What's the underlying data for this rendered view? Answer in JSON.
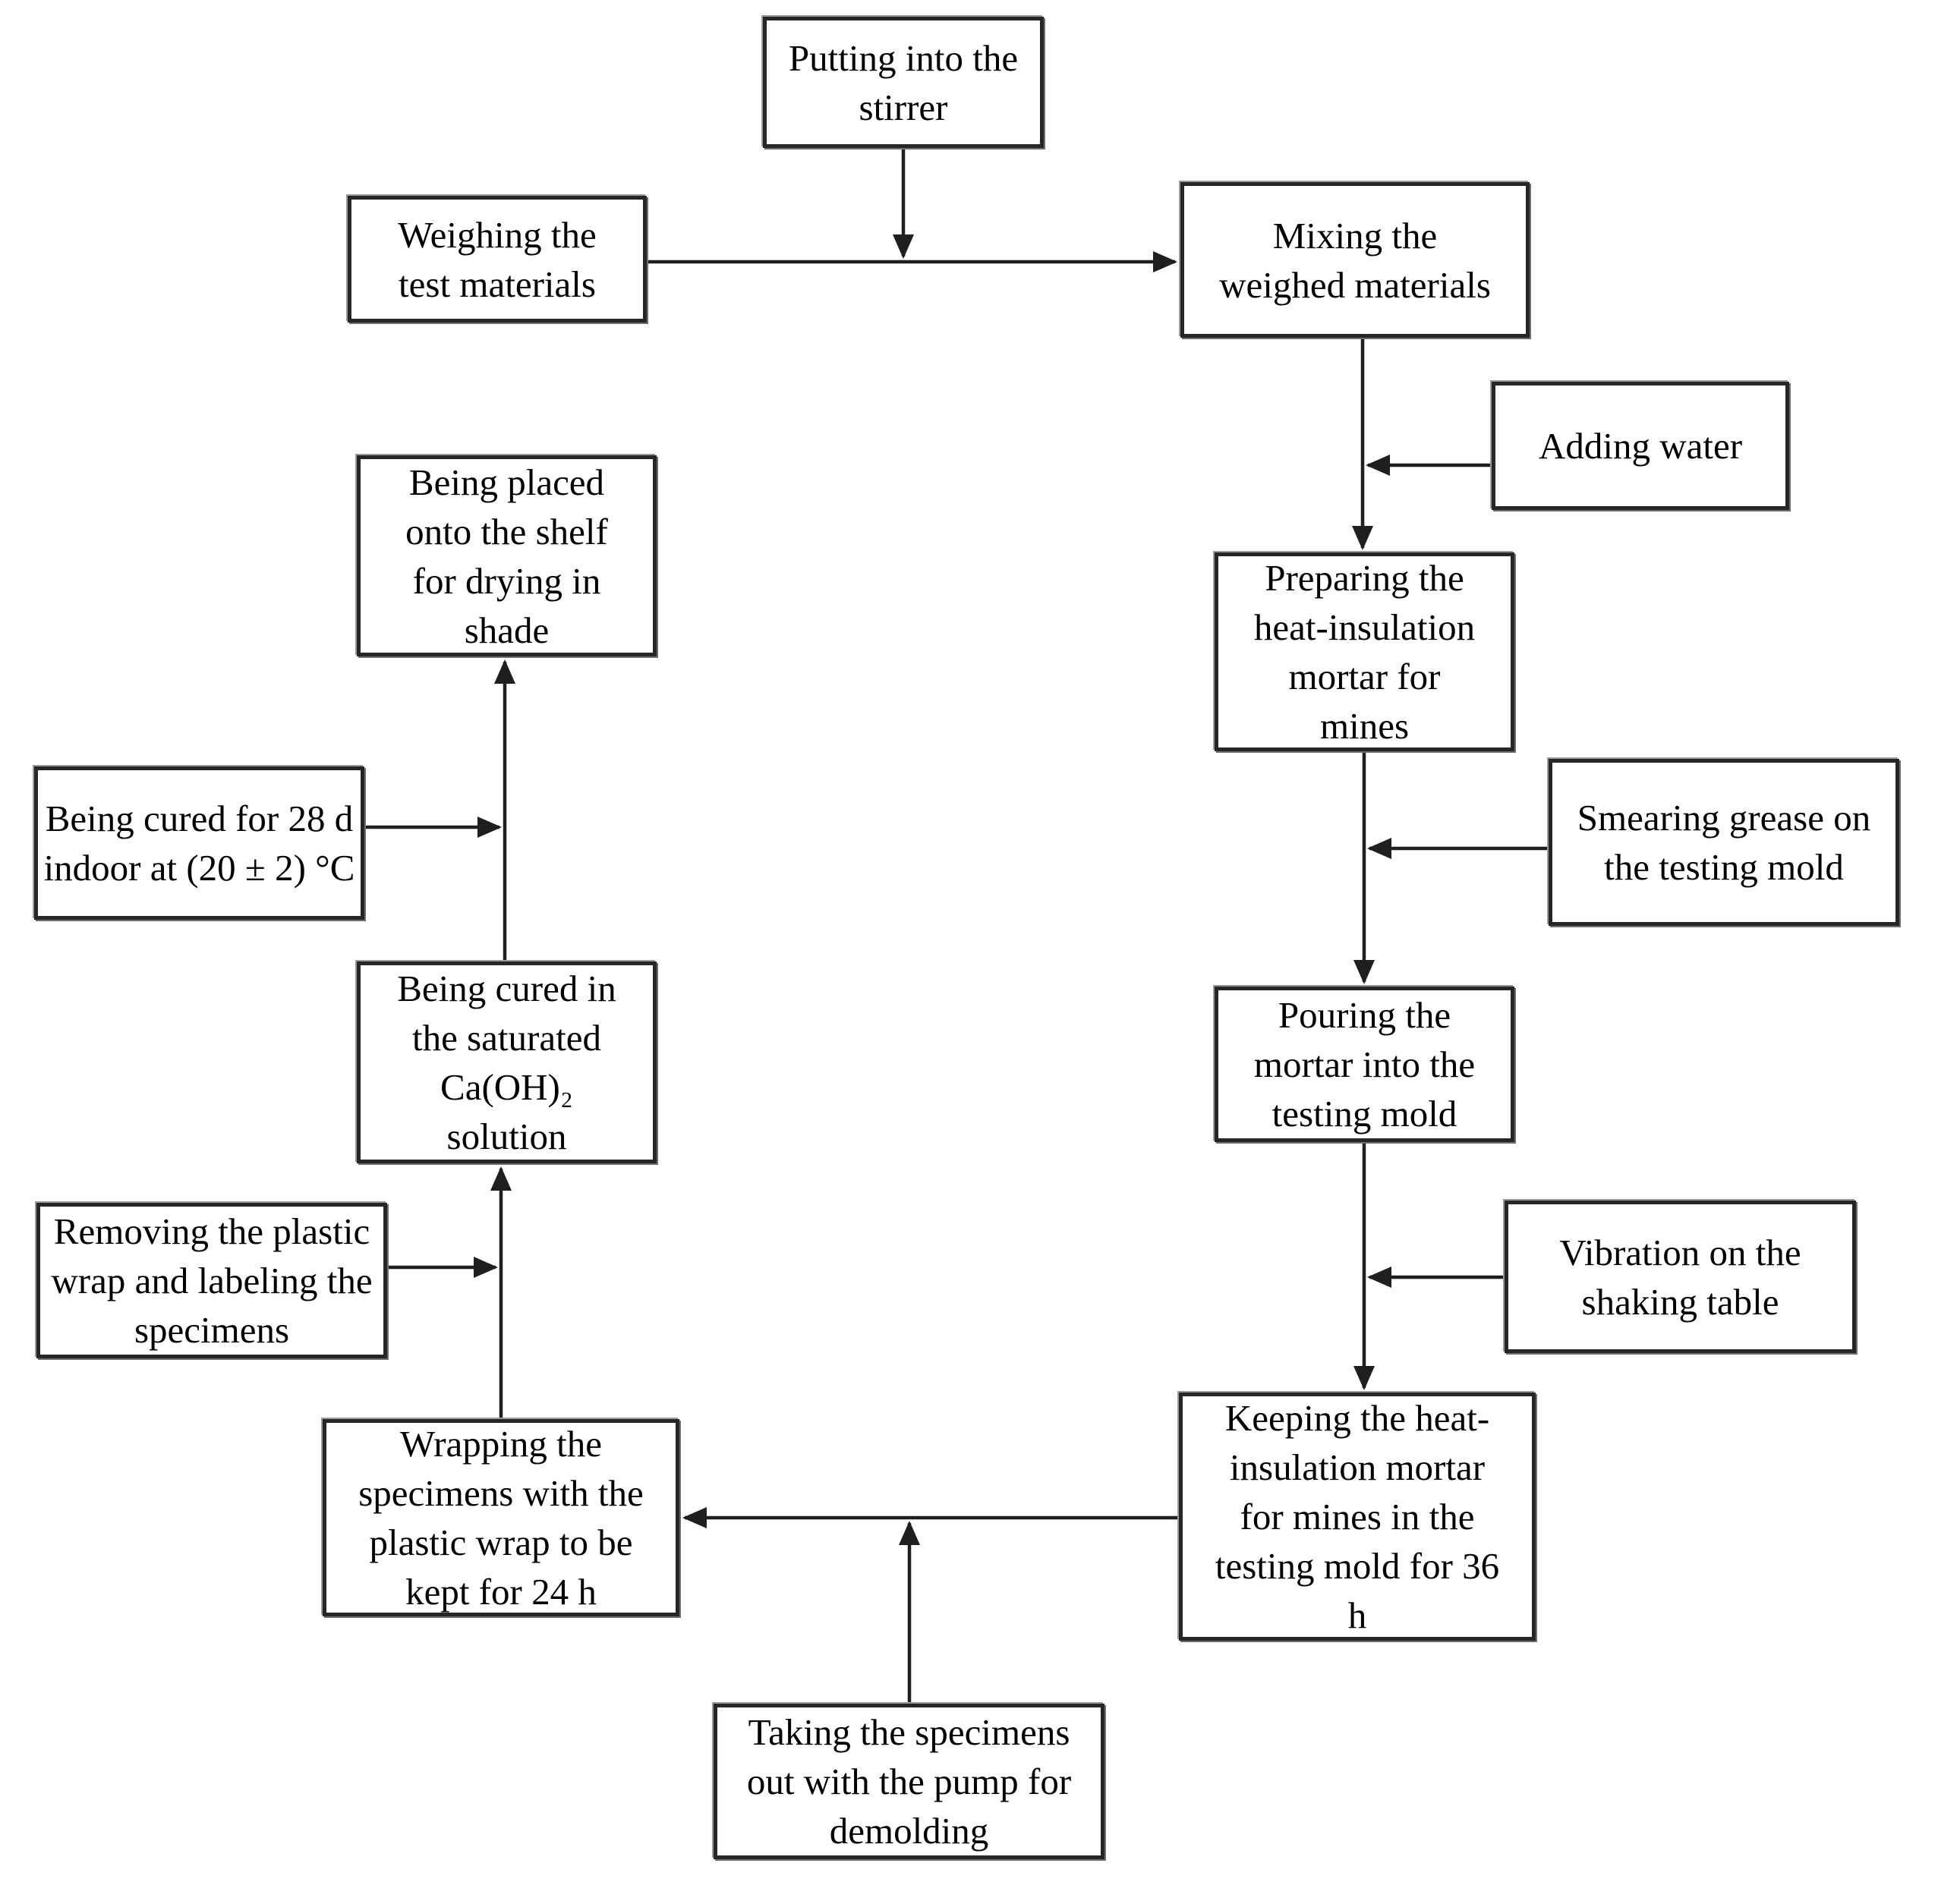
{
  "diagram": {
    "description": "Flowchart of preparing and curing heat-insulation mortar specimens for mines",
    "ink_color": "#1f1f1f",
    "background_color": "#ffffff",
    "nodes": {
      "putting": {
        "label": "Putting into the\nstirrer"
      },
      "weighing": {
        "label": "Weighing the\ntest materials"
      },
      "mixing": {
        "label": "Mixing the\nweighed materials"
      },
      "adding": {
        "label": "Adding water"
      },
      "preparing": {
        "label": "Preparing the\nheat-insulation\nmortar for\nmines"
      },
      "smearing": {
        "label": "Smearing grease on\nthe testing mold"
      },
      "pouring": {
        "label": "Pouring the\nmortar into the\ntesting mold"
      },
      "vibration": {
        "label": "Vibration on the\nshaking table"
      },
      "keeping": {
        "label": "Keeping the heat-\ninsulation mortar\nfor mines in the\ntesting mold for 36\nh"
      },
      "taking": {
        "label": "Taking the specimens\nout with the pump for\ndemolding"
      },
      "wrapping": {
        "label": "Wrapping the\nspecimens with the\nplastic wrap to be\nkept for 24 h"
      },
      "removing": {
        "label": "Removing the plastic\nwrap and labeling the\nspecimens"
      },
      "cured_caoh": {
        "label": "Being cured in\nthe saturated\nCa(OH)₂\nsolution"
      },
      "cured_28d": {
        "label": "Being cured for 28 d\nindoor at (20 ± 2) °C"
      },
      "placed": {
        "label": "Being placed\nonto the shelf\nfor drying in\nshade"
      }
    },
    "edges": [
      {
        "from": "weighing",
        "to": "mixing",
        "joins_segment": false
      },
      {
        "from": "putting",
        "to": "weighing->mixing line",
        "joins_segment": true
      },
      {
        "from": "mixing",
        "to": "preparing",
        "joins_segment": false
      },
      {
        "from": "adding",
        "to": "mixing->preparing line",
        "joins_segment": true
      },
      {
        "from": "preparing",
        "to": "pouring",
        "joins_segment": false
      },
      {
        "from": "smearing",
        "to": "preparing->pouring line",
        "joins_segment": true
      },
      {
        "from": "pouring",
        "to": "keeping",
        "joins_segment": false
      },
      {
        "from": "vibration",
        "to": "pouring->keeping line",
        "joins_segment": true
      },
      {
        "from": "keeping",
        "to": "wrapping",
        "joins_segment": false
      },
      {
        "from": "taking",
        "to": "keeping->wrapping line",
        "joins_segment": true
      },
      {
        "from": "wrapping",
        "to": "cured_caoh",
        "joins_segment": false
      },
      {
        "from": "removing",
        "to": "wrapping->cured_caoh line",
        "joins_segment": true
      },
      {
        "from": "cured_caoh",
        "to": "placed",
        "joins_segment": false
      },
      {
        "from": "cured_28d",
        "to": "cured_caoh->placed line",
        "joins_segment": true
      }
    ]
  }
}
